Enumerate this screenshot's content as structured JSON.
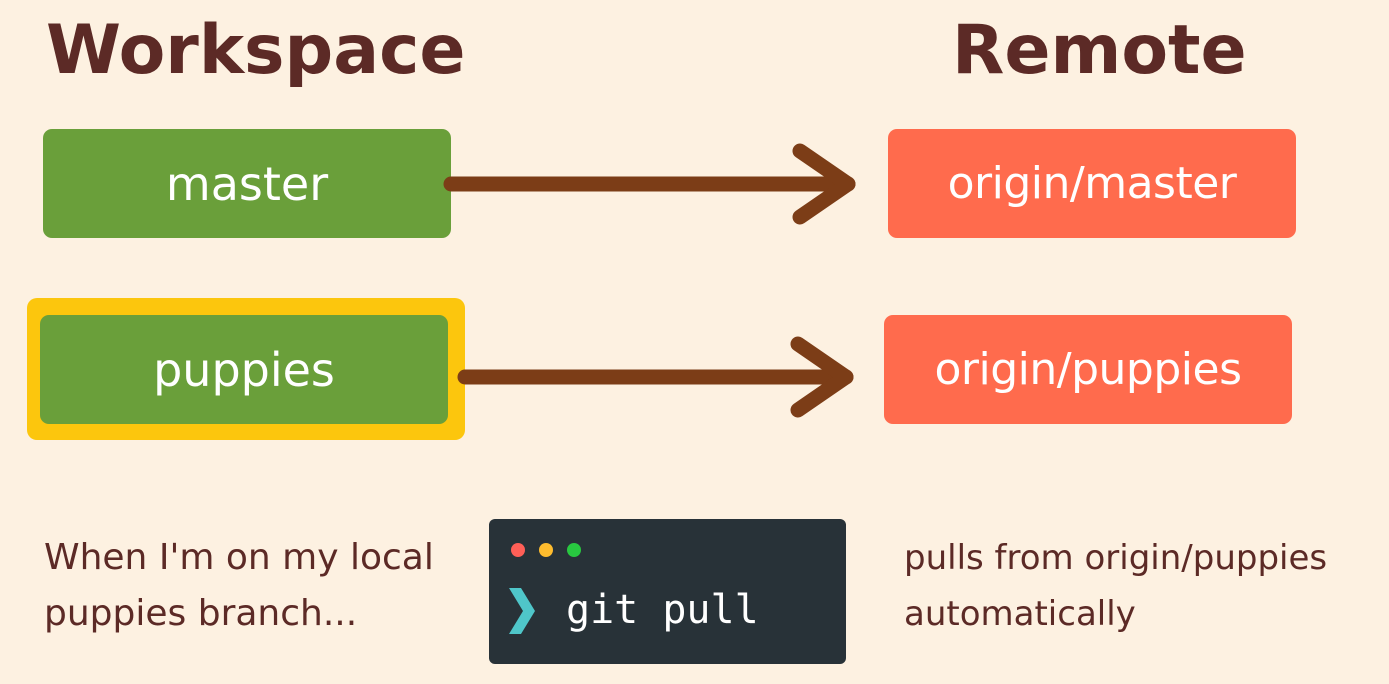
{
  "headings": {
    "workspace": "Workspace",
    "remote": "Remote"
  },
  "branches": {
    "local": [
      "master",
      "puppies"
    ],
    "remote": [
      "origin/master",
      "origin/puppies"
    ],
    "highlighted_local": "puppies"
  },
  "captions": {
    "left": [
      "When I'm on my local",
      "puppies branch..."
    ],
    "right": [
      "pulls from origin/puppies",
      "automatically"
    ]
  },
  "terminal": {
    "command": "git pull"
  },
  "colors": {
    "background": "#fdf1e1",
    "heading_text": "#5c2a26",
    "local_branch": "#6a9f3a",
    "remote_branch": "#ff6b4d",
    "highlight": "#fcc60d",
    "arrow": "#7c3d17",
    "terminal_bg": "#283238",
    "prompt_chevron": "#4fc6c9"
  },
  "icons": {
    "arrow": "arrow-right-icon",
    "prompt": "chevron-right-icon",
    "window_controls": [
      "red-dot-icon",
      "yellow-dot-icon",
      "green-dot-icon"
    ]
  }
}
